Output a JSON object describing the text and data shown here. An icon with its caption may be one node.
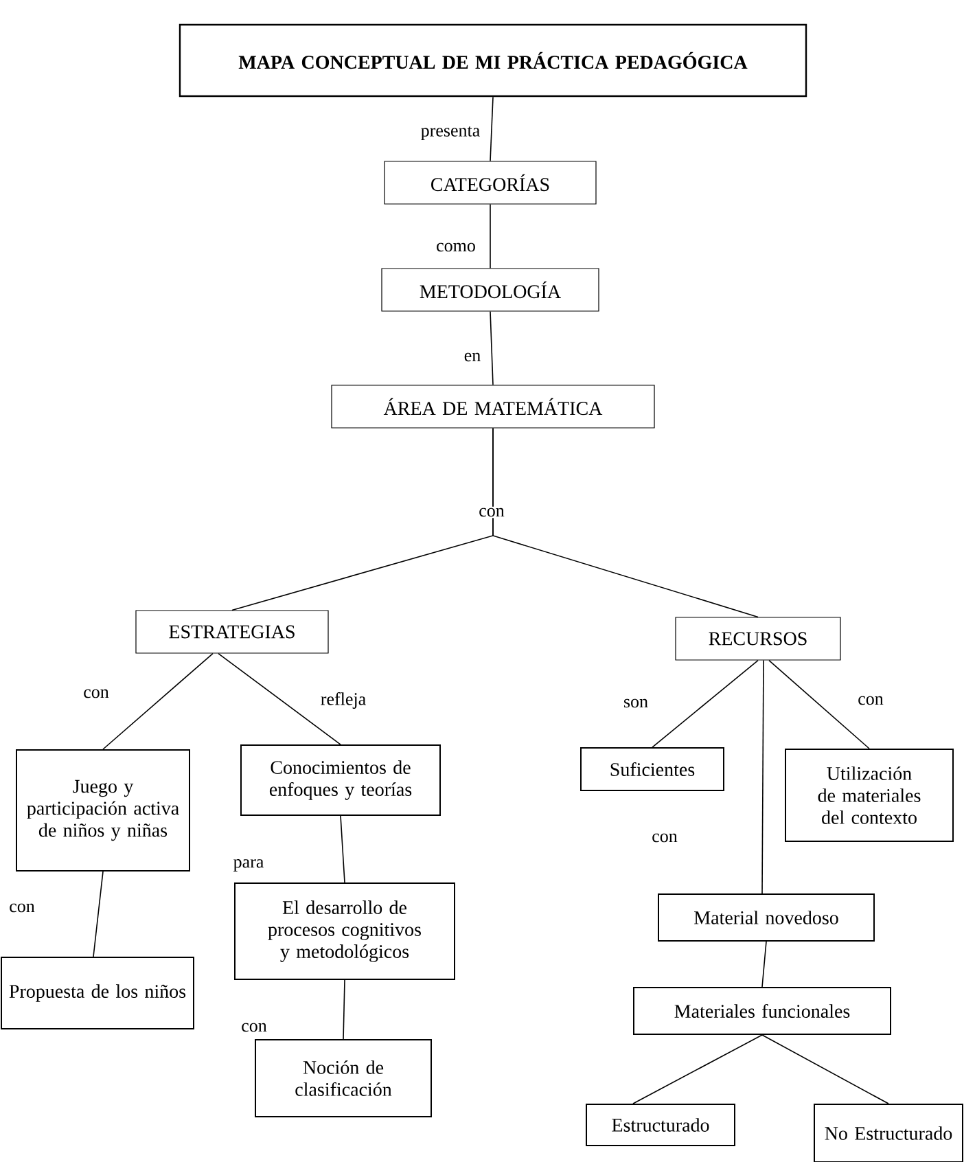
{
  "diagram": {
    "nodes": [
      {
        "text": [
          "MAPA CONCEPTUAL DE MI PRÁCTICA PEDAGÓGICA"
        ]
      },
      {
        "text": [
          "CATEGORÍAS"
        ]
      },
      {
        "text": [
          "METODOLOGÍA"
        ]
      },
      {
        "text": [
          "ÁREA DE MATEMÁTICA"
        ]
      },
      {
        "text": [
          "ESTRATEGIAS"
        ]
      },
      {
        "text": [
          "RECURSOS"
        ]
      },
      {
        "text": [
          "Juego y participación activa de niños y niñas"
        ]
      },
      {
        "text": [
          "Conocimientos de enfoques y teorías"
        ]
      },
      {
        "text": [
          "Propuesta de los niños"
        ]
      },
      {
        "text": [
          "El desarrollo de procesos cognitivos y metodológicos"
        ]
      },
      {
        "text": [
          "Noción de clasificación"
        ]
      },
      {
        "text": [
          "Suficientes"
        ]
      },
      {
        "text": [
          "Utilización de materiales del contexto"
        ]
      },
      {
        "text": [
          "Material novedoso"
        ]
      },
      {
        "text": [
          "Materiales funcionales"
        ]
      },
      {
        "text": [
          "Estructurado"
        ]
      },
      {
        "text": [
          "No Estructurado"
        ]
      }
    ],
    "edges": [
      {
        "from": 0,
        "to": 1,
        "arrow": "none",
        "label": "presenta"
      },
      {
        "from": 1,
        "to": 2,
        "arrow": "none",
        "label": "como"
      },
      {
        "from": 2,
        "to": 3,
        "arrow": "none",
        "label": "en"
      },
      {
        "from": 3,
        "to": 4,
        "arrow": "none",
        "label": "con"
      },
      {
        "from": 3,
        "to": 5,
        "arrow": "none"
      },
      {
        "from": 4,
        "to": 6,
        "arrow": "none",
        "label": "con"
      },
      {
        "from": 4,
        "to": 7,
        "arrow": "none",
        "label": "refleja"
      },
      {
        "from": 6,
        "to": 8,
        "arrow": "none",
        "label": "con"
      },
      {
        "from": 7,
        "to": 9,
        "arrow": "none",
        "label": "para"
      },
      {
        "from": 9,
        "to": 10,
        "arrow": "none",
        "label": "con"
      },
      {
        "from": 5,
        "to": 11,
        "arrow": "none",
        "label": "son"
      },
      {
        "from": 5,
        "to": 12,
        "arrow": "none",
        "label": "con"
      },
      {
        "from": 5,
        "to": 13,
        "arrow": "none",
        "label": "con"
      },
      {
        "from": 13,
        "to": 14,
        "arrow": "none"
      },
      {
        "from": 14,
        "to": 15,
        "arrow": "none"
      },
      {
        "from": 14,
        "to": 16,
        "arrow": "none"
      }
    ]
  }
}
